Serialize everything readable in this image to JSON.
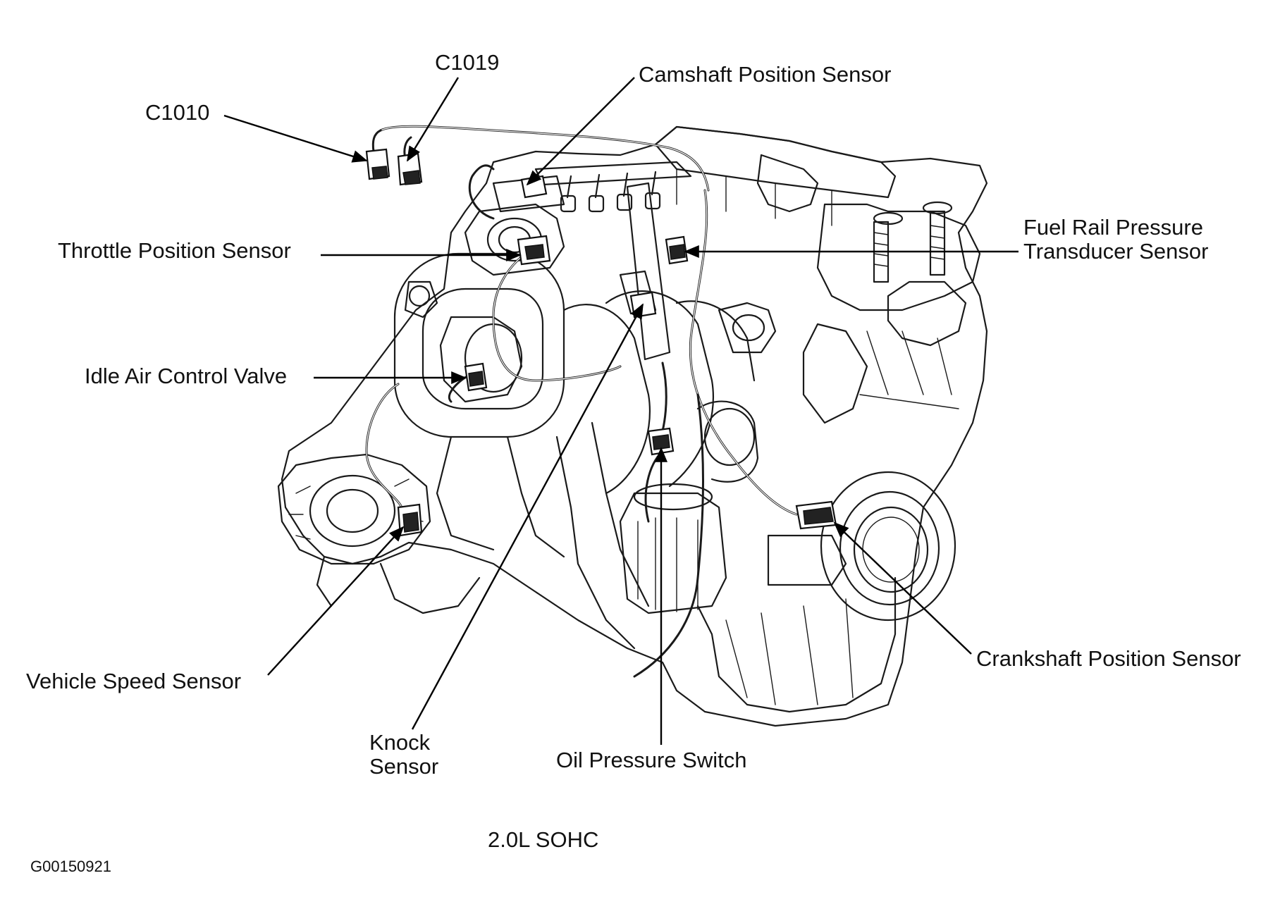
{
  "diagram": {
    "caption": "2.0L SOHC",
    "figure_code": "G00150921",
    "labels": {
      "c1019": "C1019",
      "c1010": "C1010",
      "camshaft": "Camshaft Position Sensor",
      "fuel_rail_line1": "Fuel Rail Pressure",
      "fuel_rail_line2": "Transducer Sensor",
      "throttle": "Throttle Position Sensor",
      "idle_air": "Idle Air Control Valve",
      "vehicle_speed": "Vehicle Speed Sensor",
      "knock_line1": "Knock",
      "knock_line2": "Sensor",
      "oil_pressure": "Oil Pressure Switch",
      "crankshaft": "Crankshaft Position Sensor"
    }
  }
}
